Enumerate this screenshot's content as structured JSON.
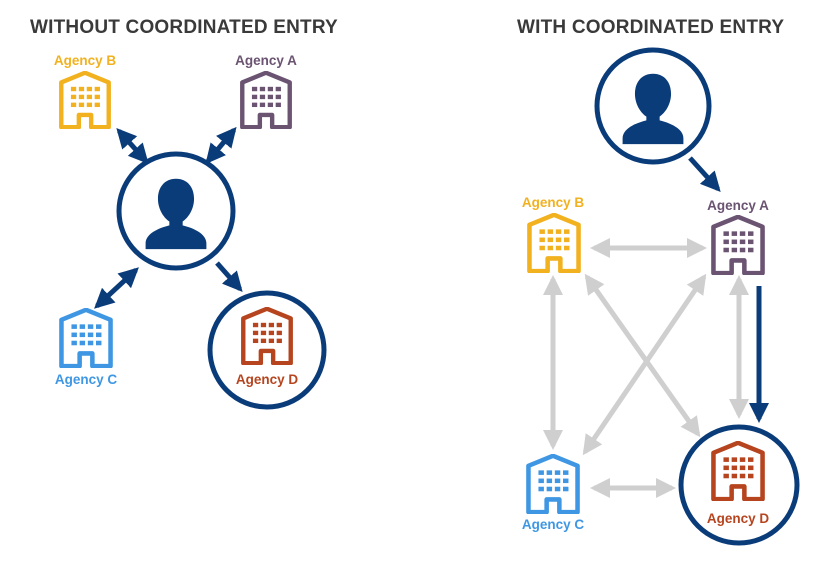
{
  "panels": {
    "left_title": "WITHOUT COORDINATED ENTRY",
    "right_title": "WITH COORDINATED ENTRY"
  },
  "agencies": {
    "a": "Agency A",
    "b": "Agency B",
    "c": "Agency C",
    "d": "Agency D"
  },
  "colors": {
    "agency_a": "#6b5372",
    "agency_b": "#f2b11f",
    "agency_c": "#3f97e3",
    "agency_d": "#b6451f",
    "navy": "#0b3c7a",
    "gray_arrow": "#cfcfcf"
  },
  "icons": {
    "person": "person-icon",
    "building": "building-icon"
  }
}
